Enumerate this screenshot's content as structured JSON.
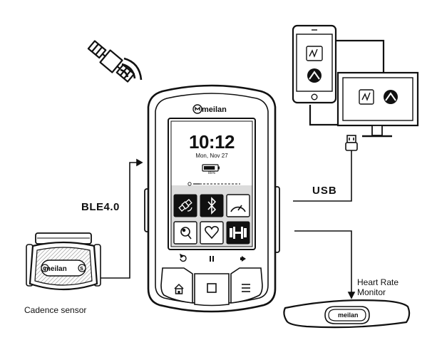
{
  "labels": {
    "ble": "BLE4.0",
    "usb": "USB",
    "heart_rate_monitor_line1": "Heart Rate",
    "heart_rate_monitor_line2": "Monitor",
    "cadence_sensor": "Cadence sensor"
  },
  "device": {
    "brand": "meilan",
    "time": "10:12",
    "date": "Mon, Nov 27",
    "battery_percent": "85%",
    "battery_level": 0.85,
    "tiles": [
      "satellite-icon",
      "bluetooth-icon",
      "speedometer-icon",
      "route-icon",
      "heart-icon",
      "dumbbell-icon"
    ],
    "soft_keys": [
      "back-arrow-icon",
      "pause-icon",
      "forward-arrow-icon"
    ],
    "buttons": [
      "home-icon",
      "square-icon",
      "menu-icon"
    ]
  },
  "cadence_sensor": {
    "brand": "meilan",
    "side_left": "c",
    "side_right": "s"
  },
  "heart_rate_strap": {
    "brand": "meilan"
  },
  "colors": {
    "ink": "#111111",
    "background": "#ffffff",
    "screen_gray": "#dcdcdc",
    "hatch": "#9a9a9a"
  }
}
